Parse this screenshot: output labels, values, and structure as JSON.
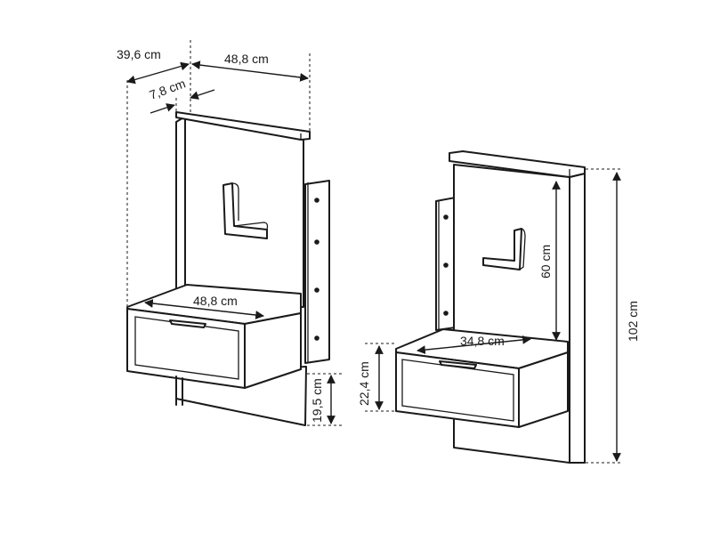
{
  "dimensions": {
    "depth_total": "39,6 cm",
    "width_top": "48,8 cm",
    "panel_depth": "7,8 cm",
    "shelf_width_left": "48,8 cm",
    "below_drawer": "19,5 cm",
    "drawer_height": "22,4 cm",
    "shelf_depth_right": "34,8 cm",
    "panel_height": "60 cm",
    "total_height": "102 cm"
  }
}
